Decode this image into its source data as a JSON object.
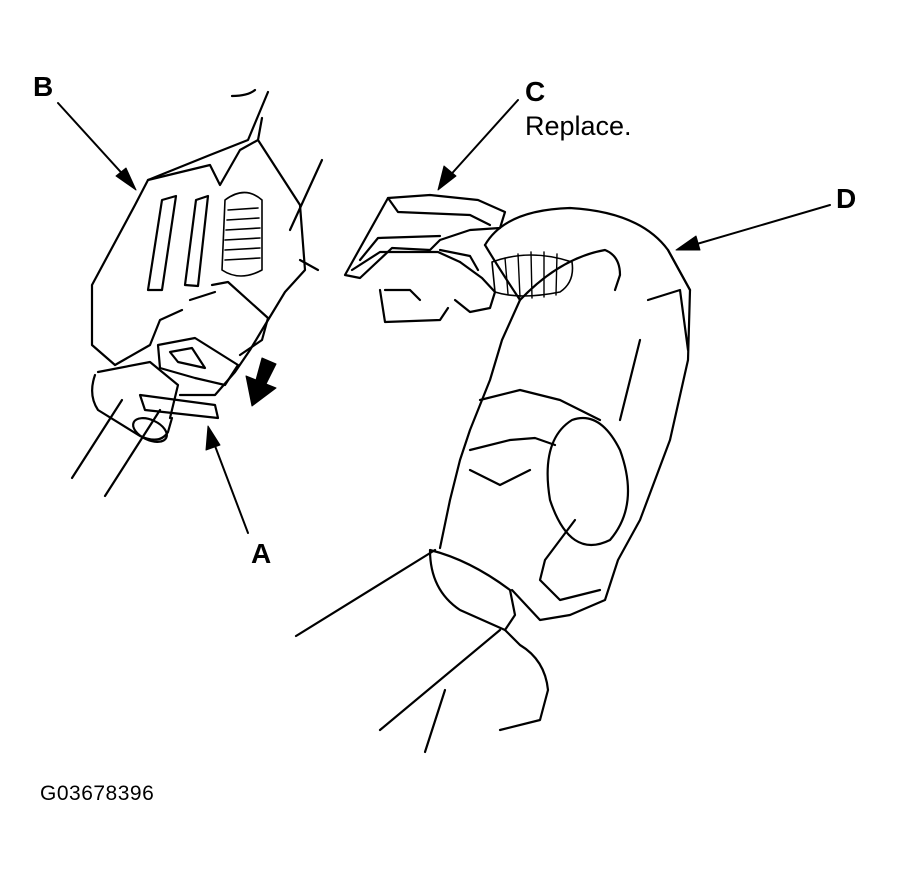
{
  "callouts": {
    "a": "A",
    "b": "B",
    "c": "C",
    "c_note": "Replace.",
    "d": "D"
  },
  "figure_id": "G03678396",
  "colors": {
    "ink": "#000000",
    "paper": "#ffffff"
  },
  "icons": {
    "direction_arrow": "down-arrow-icon"
  }
}
